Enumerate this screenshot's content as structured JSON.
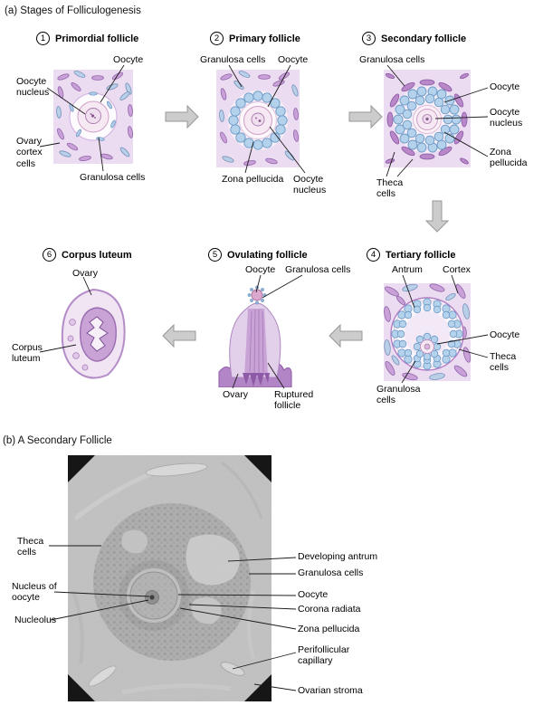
{
  "a": {
    "heading": "(a) Stages of Folliculogenesis",
    "stages": [
      {
        "num": "1",
        "title": "Primordial follicle",
        "labels": {
          "oocyte": "Oocyte",
          "oocyte_nucleus": "Oocyte nucleus",
          "ovary_cortex_cells": "Ovary cortex cells",
          "granulosa_cells": "Granulosa cells"
        }
      },
      {
        "num": "2",
        "title": "Primary follicle",
        "labels": {
          "granulosa_cells": "Granulosa cells",
          "oocyte": "Oocyte",
          "zona_pellucida": "Zona pellucida",
          "oocyte_nucleus": "Oocyte nucleus"
        }
      },
      {
        "num": "3",
        "title": "Secondary follicle",
        "labels": {
          "granulosa_cells": "Granulosa cells",
          "oocyte": "Oocyte",
          "oocyte_nucleus": "Oocyte nucleus",
          "zona_pellucida": "Zona pellucida",
          "theca_cells": "Theca cells"
        }
      },
      {
        "num": "4",
        "title": "Tertiary follicle",
        "labels": {
          "antrum": "Antrum",
          "cortex": "Cortex",
          "oocyte": "Oocyte",
          "theca_cells": "Theca cells",
          "granulosa_cells": "Granulosa cells"
        }
      },
      {
        "num": "5",
        "title": "Ovulating follicle",
        "labels": {
          "oocyte": "Oocyte",
          "granulosa_cells": "Granulosa cells",
          "ovary": "Ovary",
          "ruptured_follicle": "Ruptured follicle"
        }
      },
      {
        "num": "6",
        "title": "Corpus luteum",
        "labels": {
          "ovary": "Ovary",
          "corpus_luteum": "Corpus luteum"
        }
      }
    ]
  },
  "b": {
    "heading": "(b) A Secondary Follicle",
    "labels": {
      "theca_cells": "Theca cells",
      "nucleus_of_oocyte": "Nucleus of oocyte",
      "nucleolus": "Nucleolus",
      "developing_antrum": "Developing antrum",
      "granulosa_cells": "Granulosa cells",
      "oocyte": "Oocyte",
      "corona_radiata": "Corona radiata",
      "zona_pellucida": "Zona pellucida",
      "perifollicular_capillary": "Perifollicular capillary",
      "ovarian_stroma": "Ovarian stroma"
    }
  },
  "colors": {
    "stroma_purple": "#c9a0d8",
    "stroma_purple_dark": "#9066aa",
    "stroma_background": "#ecdcf1",
    "granulosa_blue": "#b5d2ec",
    "granulosa_blue_dark": "#6d9ac6",
    "oocyte_pink": "#f6e9f3",
    "flow_arrow_gray": "#cccccc",
    "micrograph_gray": "#c4c4c4"
  }
}
